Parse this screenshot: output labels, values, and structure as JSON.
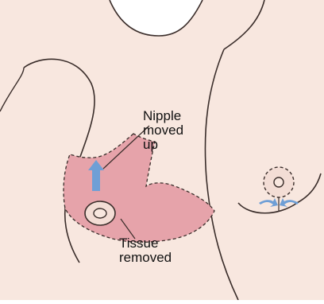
{
  "labels": {
    "nipple_line1": "Nipple",
    "nipple_line2": "moved",
    "nipple_line3": "up",
    "tissue_line1": "Tissue",
    "tissue_line2": "removed"
  },
  "colors": {
    "background": "#ffffff",
    "skin": "#f8e7df",
    "skin_shadow": "#ecd1c5",
    "outline": "#3a2d2a",
    "removed_tissue": "#e6a3aa",
    "arrow_blue": "#6f9fd6",
    "areola": "#f3ddd5"
  },
  "icons": {
    "nipple_arrow": "arrow-up-icon",
    "closure_arrows": "arrows-inward-icon"
  }
}
